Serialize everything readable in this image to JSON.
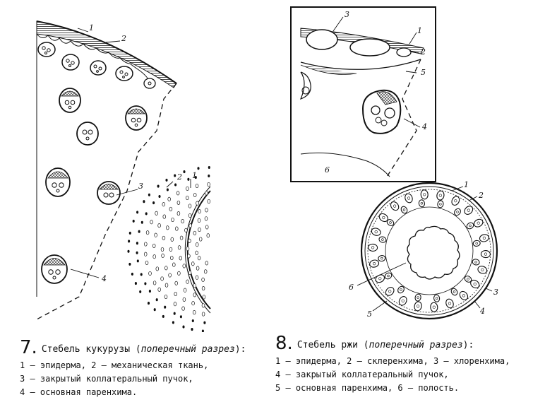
{
  "fig7": {
    "number": "7.",
    "title_main": "Стебель кукурузы (",
    "title_italic": "поперечный разрез",
    "title_end": "):",
    "legend": [
      "1 — эпидерма, 2 — механическая ткань,",
      "3 — закрытый коллатеральный пучок,",
      "4 — основная паренхима."
    ],
    "labels": {
      "upper_1": "1",
      "upper_2": "2",
      "lower_1": "1",
      "lower_2": "2",
      "lower_3": "3",
      "lower_4": "4"
    }
  },
  "fig8": {
    "number": "8.",
    "title_main": "Стебель ржи (",
    "title_italic": "поперечный разрез",
    "title_end": "):",
    "legend": [
      "1 — эпидерма, 2 — склеренхима, 3 — хлоренхима,",
      "4 — закрытый коллатеральный пучок,",
      "5 — основная паренхима, 6 — полость."
    ],
    "inset_labels": {
      "l1": "1",
      "l2": "2",
      "l3": "3",
      "l4": "4",
      "l5": "5",
      "l6": "6"
    },
    "ring_labels": {
      "l1": "1",
      "l2": "2",
      "l3": "3",
      "l4": "4",
      "l5": "5",
      "l6": "6"
    }
  }
}
